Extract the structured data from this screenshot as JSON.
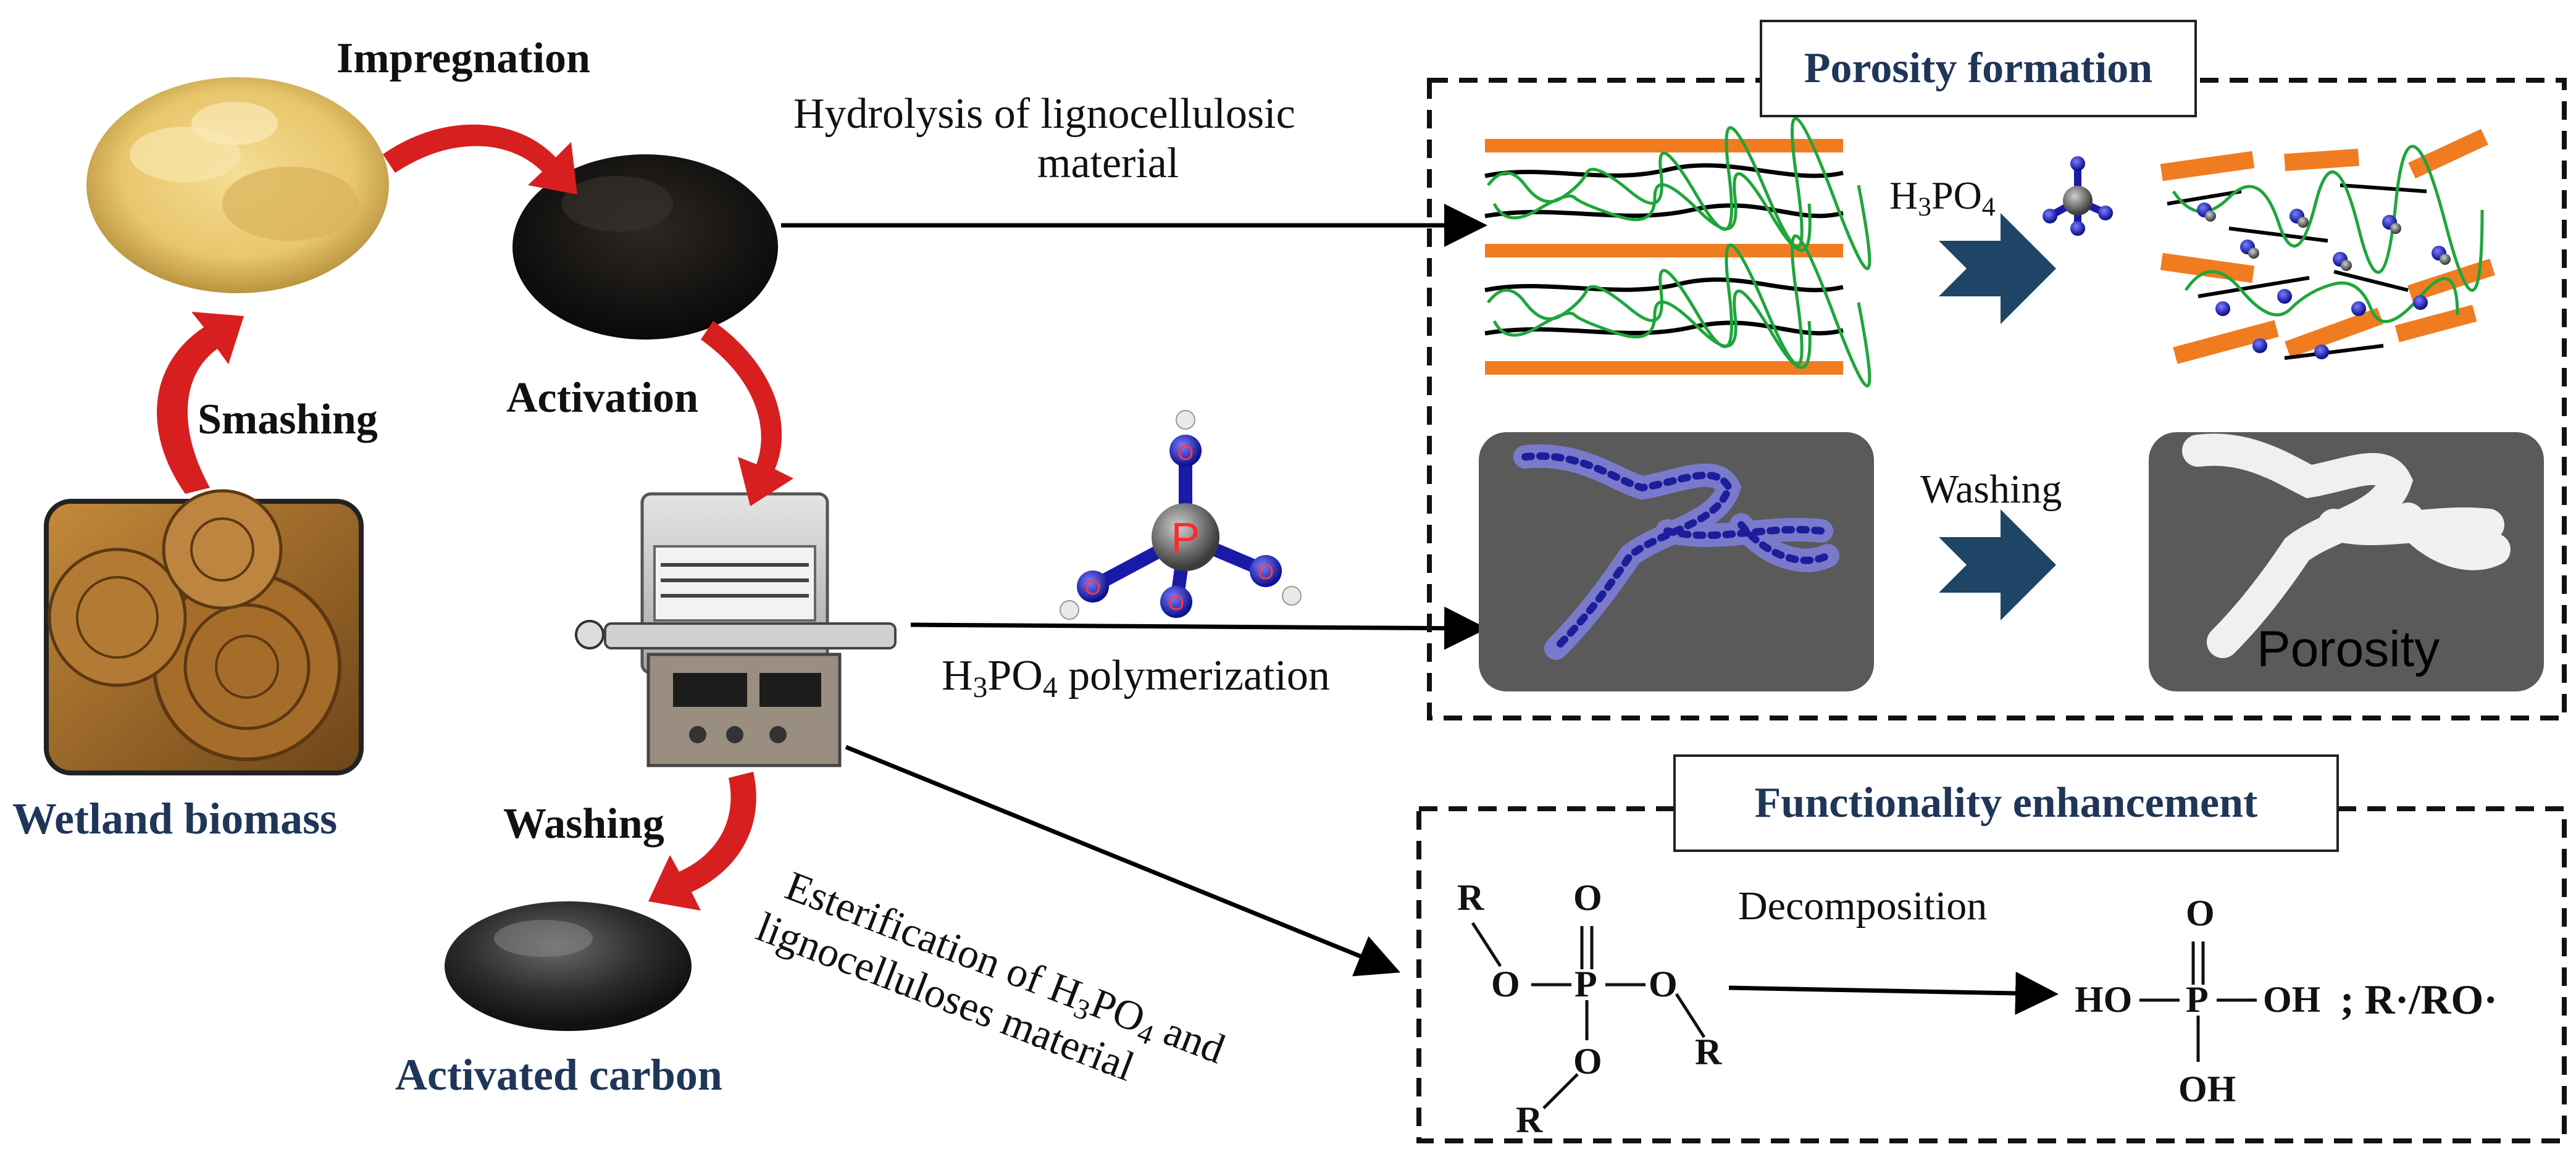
{
  "labels": {
    "impregnation": "Impregnation",
    "smashing": "Smashing",
    "activation": "Activation",
    "washing_left": "Washing",
    "wetland_biomass": "Wetland biomass",
    "activated_carbon": "Activated carbon",
    "hydrolysis_line1": "Hydrolysis of  lignocellulosic",
    "hydrolysis_line2": "material",
    "polymerization_formula": "H",
    "polymerization_sub1": "3",
    "polymerization_mid": "PO",
    "polymerization_sub2": "4",
    "polymerization_rest": " polymerization",
    "esterification_line1_a": "Esterification of H",
    "esterification_sub1": "3",
    "esterification_mid": "PO",
    "esterification_sub2": "4",
    "esterification_line1_b": " and",
    "esterification_line2": "lignocelluloses material",
    "molecule_p": "P",
    "molecule_o": "O"
  },
  "porosity_box": {
    "title": "Porosity formation",
    "acid_h": "H",
    "acid_sub1": "3",
    "acid_po": "PO",
    "acid_sub2": "4",
    "washing": "Washing",
    "porosity": "Porosity"
  },
  "functionality_box": {
    "title": "Functionality enhancement",
    "decomposition": "Decomposition",
    "ester": {
      "r": "R",
      "o": "O",
      "p": "P"
    },
    "product_ho": "HO",
    "product_oh": "OH",
    "product_p": "P",
    "product_o": "O",
    "product_radicals": "; R·/RO·"
  },
  "colors": {
    "arrow_red": "#d71f1f",
    "chevron_navy": "#1e4565",
    "title_navy": "#1f3658",
    "fiber_orange": "#f07c22",
    "fiber_green": "#1ea63b",
    "panel_grey": "#5a5a5a"
  }
}
